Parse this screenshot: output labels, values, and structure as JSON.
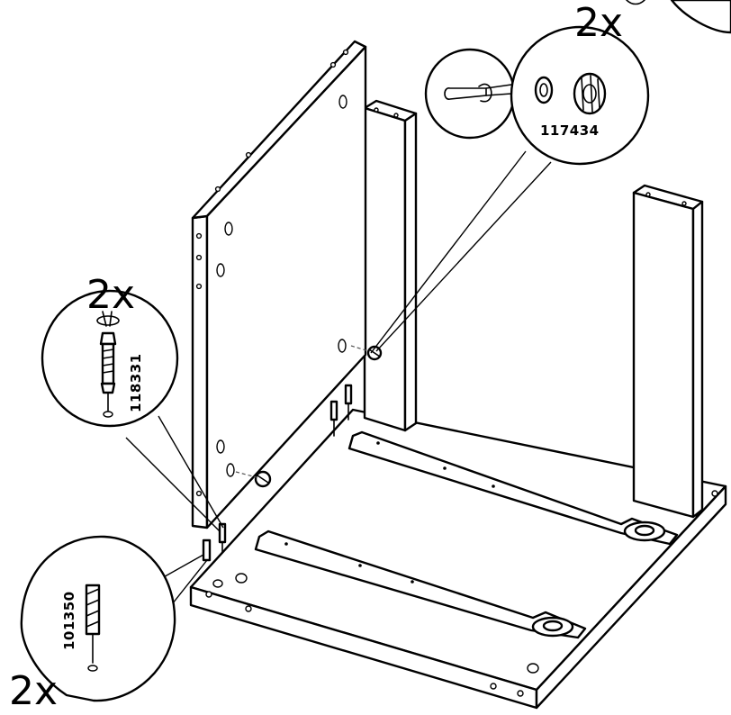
{
  "callouts": [
    {
      "id": "cam-lock",
      "quantity": "2x",
      "part_number": "117434"
    },
    {
      "id": "cam-bolt",
      "quantity": "2x",
      "part_number": "118331"
    },
    {
      "id": "wood-dowel",
      "quantity": "2x",
      "part_number": "101350"
    }
  ],
  "colors": {
    "ink": "#000000",
    "paper": "#ffffff"
  },
  "icons": [
    "cam-lock-icon",
    "cam-bolt-icon",
    "wood-dowel-icon",
    "screwdriver-icon"
  ]
}
